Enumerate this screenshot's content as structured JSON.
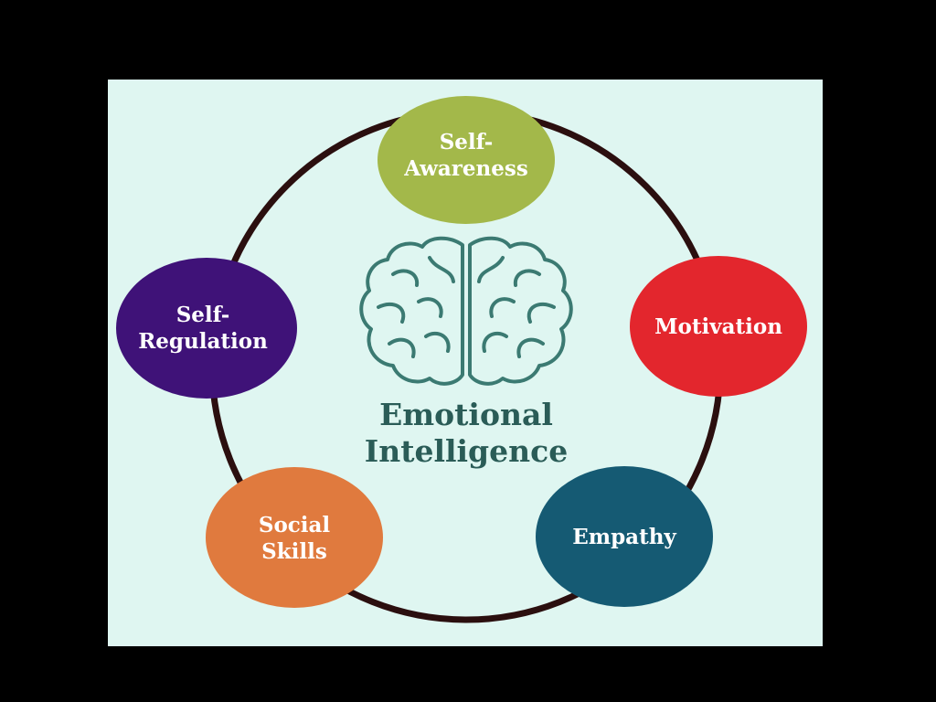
{
  "center": {
    "title_lines": [
      "Emotional",
      "Intelligence"
    ],
    "icon": "brain-icon",
    "text_color": "#2a5c57",
    "icon_color": "#3b7a72"
  },
  "nodes": [
    {
      "id": "self-awareness",
      "lines": [
        "Self-",
        "Awareness"
      ],
      "color": "#a3b84a"
    },
    {
      "id": "motivation",
      "lines": [
        "Motivation"
      ],
      "color": "#e3262d"
    },
    {
      "id": "empathy",
      "lines": [
        "Empathy"
      ],
      "color": "#155a73"
    },
    {
      "id": "social-skills",
      "lines": [
        "Social",
        "Skills"
      ],
      "color": "#e07a3e"
    },
    {
      "id": "self-regulation",
      "lines": [
        "Self-",
        "Regulation"
      ],
      "color": "#3f1278"
    }
  ],
  "colors": {
    "page_background": "#000000",
    "panel_background": "#dff6f1",
    "ring": "#2b0f0f"
  }
}
